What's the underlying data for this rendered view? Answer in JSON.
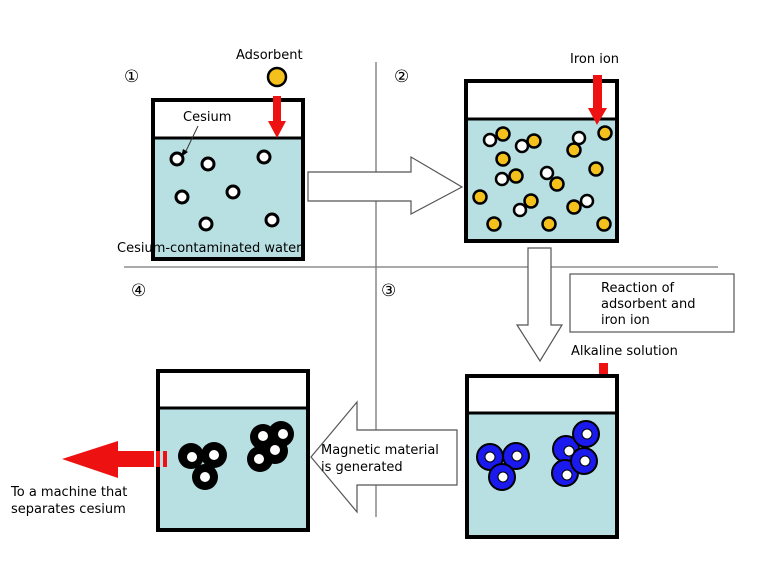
{
  "colors": {
    "water": "#b8e0e2",
    "red": "#ee1111",
    "adsorbent": "#f4c01c",
    "cesium": "#ffffff",
    "magnetic_blue": "#1a1aee",
    "magnetic_black": "#000000",
    "divider": "#777777"
  },
  "steps": {
    "step1": {
      "number": "①",
      "adsorbent_label": "Adsorbent",
      "cesium_label": "Cesium",
      "water_label": "Cesium-contaminated water"
    },
    "step2": {
      "number": "②",
      "iron_label": "Iron ion"
    },
    "step3": {
      "number": "③",
      "reaction_label_lines": [
        "Reaction of",
        "adsorbent and",
        "iron ion"
      ],
      "alkaline_label": "Alkaline solution"
    },
    "step4": {
      "number": "④",
      "magnetic_label_lines": [
        "Magnetic material",
        "is generated"
      ],
      "output_label_lines": [
        "To a machine that",
        "separates cesium"
      ]
    }
  }
}
